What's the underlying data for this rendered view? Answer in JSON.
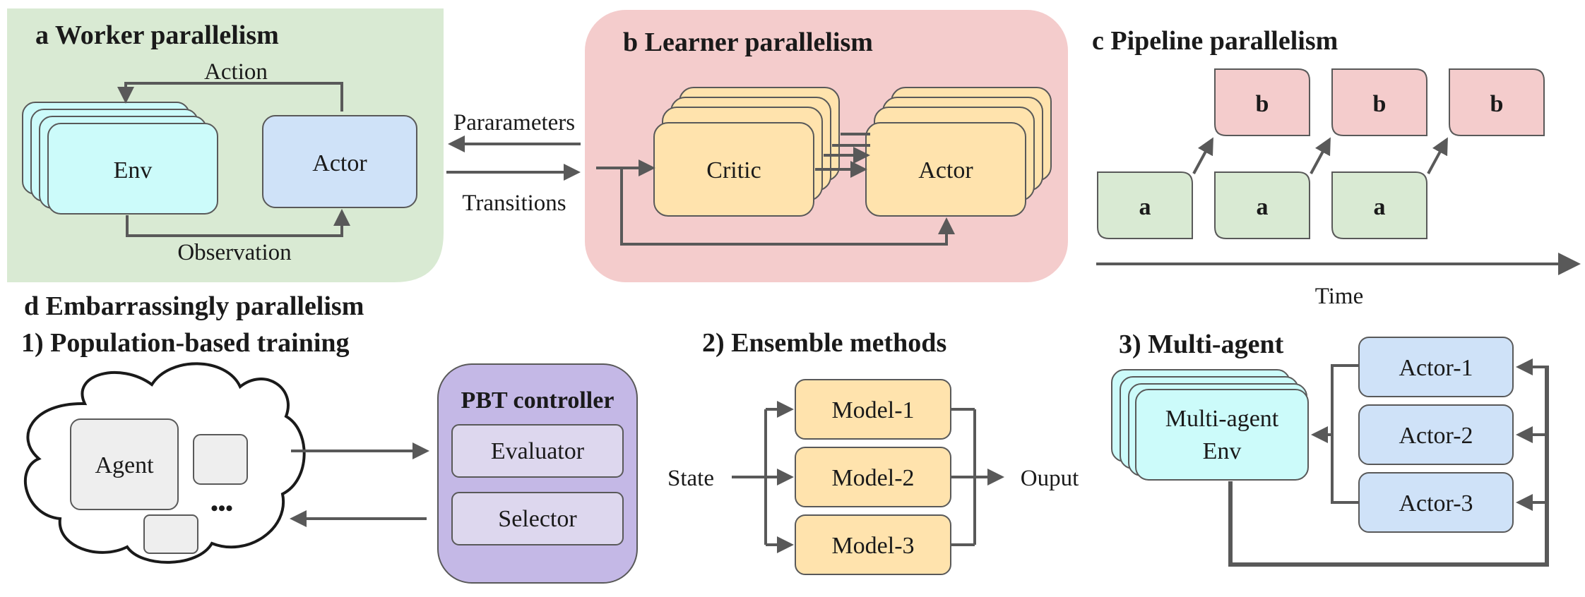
{
  "colors": {
    "panel_green": "#d9ead3",
    "panel_red": "#f4cccc",
    "env_cyan": "#ccfbfa",
    "actor_blue": "#cfe2f8",
    "learner_orange": "#ffe3ad",
    "pipe_green": "#d9ead3",
    "pipe_red": "#f4cccc",
    "pbt_purple": "#c4b8e6",
    "pbt_inner": "#ddd7ee",
    "agent_grey": "#eeeeee",
    "arrow": "#595959",
    "stroke": "#595959"
  },
  "panel_a": {
    "title": "a Worker parallelism",
    "env_label": "Env",
    "actor_label": "Actor",
    "action_label": "Action",
    "observation_label": "Observation"
  },
  "between_ab": {
    "parameters_label": "Pararameters",
    "transitions_label": "Transitions"
  },
  "panel_b": {
    "title": "b Learner parallelism",
    "critic_label": "Critic",
    "actor_label": "Actor"
  },
  "panel_c": {
    "title": "c Pipeline parallelism",
    "stage_a_label": "a",
    "stage_b_label": "b",
    "time_label": "Time"
  },
  "panel_d": {
    "title": "d Embarrassingly parallelism",
    "pbt": {
      "subtitle": "1) Population-based training",
      "agent_label": "Agent",
      "ellipsis": "•••",
      "controller_title": "PBT controller",
      "evaluator_label": "Evaluator",
      "selector_label": "Selector"
    },
    "ensemble": {
      "subtitle": "2) Ensemble methods",
      "state_label": "State",
      "output_label": "Ouput",
      "models": [
        "Model-1",
        "Model-2",
        "Model-3"
      ]
    },
    "multi_agent": {
      "subtitle": "3) Multi-agent",
      "env_line1": "Multi-agent",
      "env_line2": "Env",
      "actors": [
        "Actor-1",
        "Actor-2",
        "Actor-3"
      ]
    }
  }
}
